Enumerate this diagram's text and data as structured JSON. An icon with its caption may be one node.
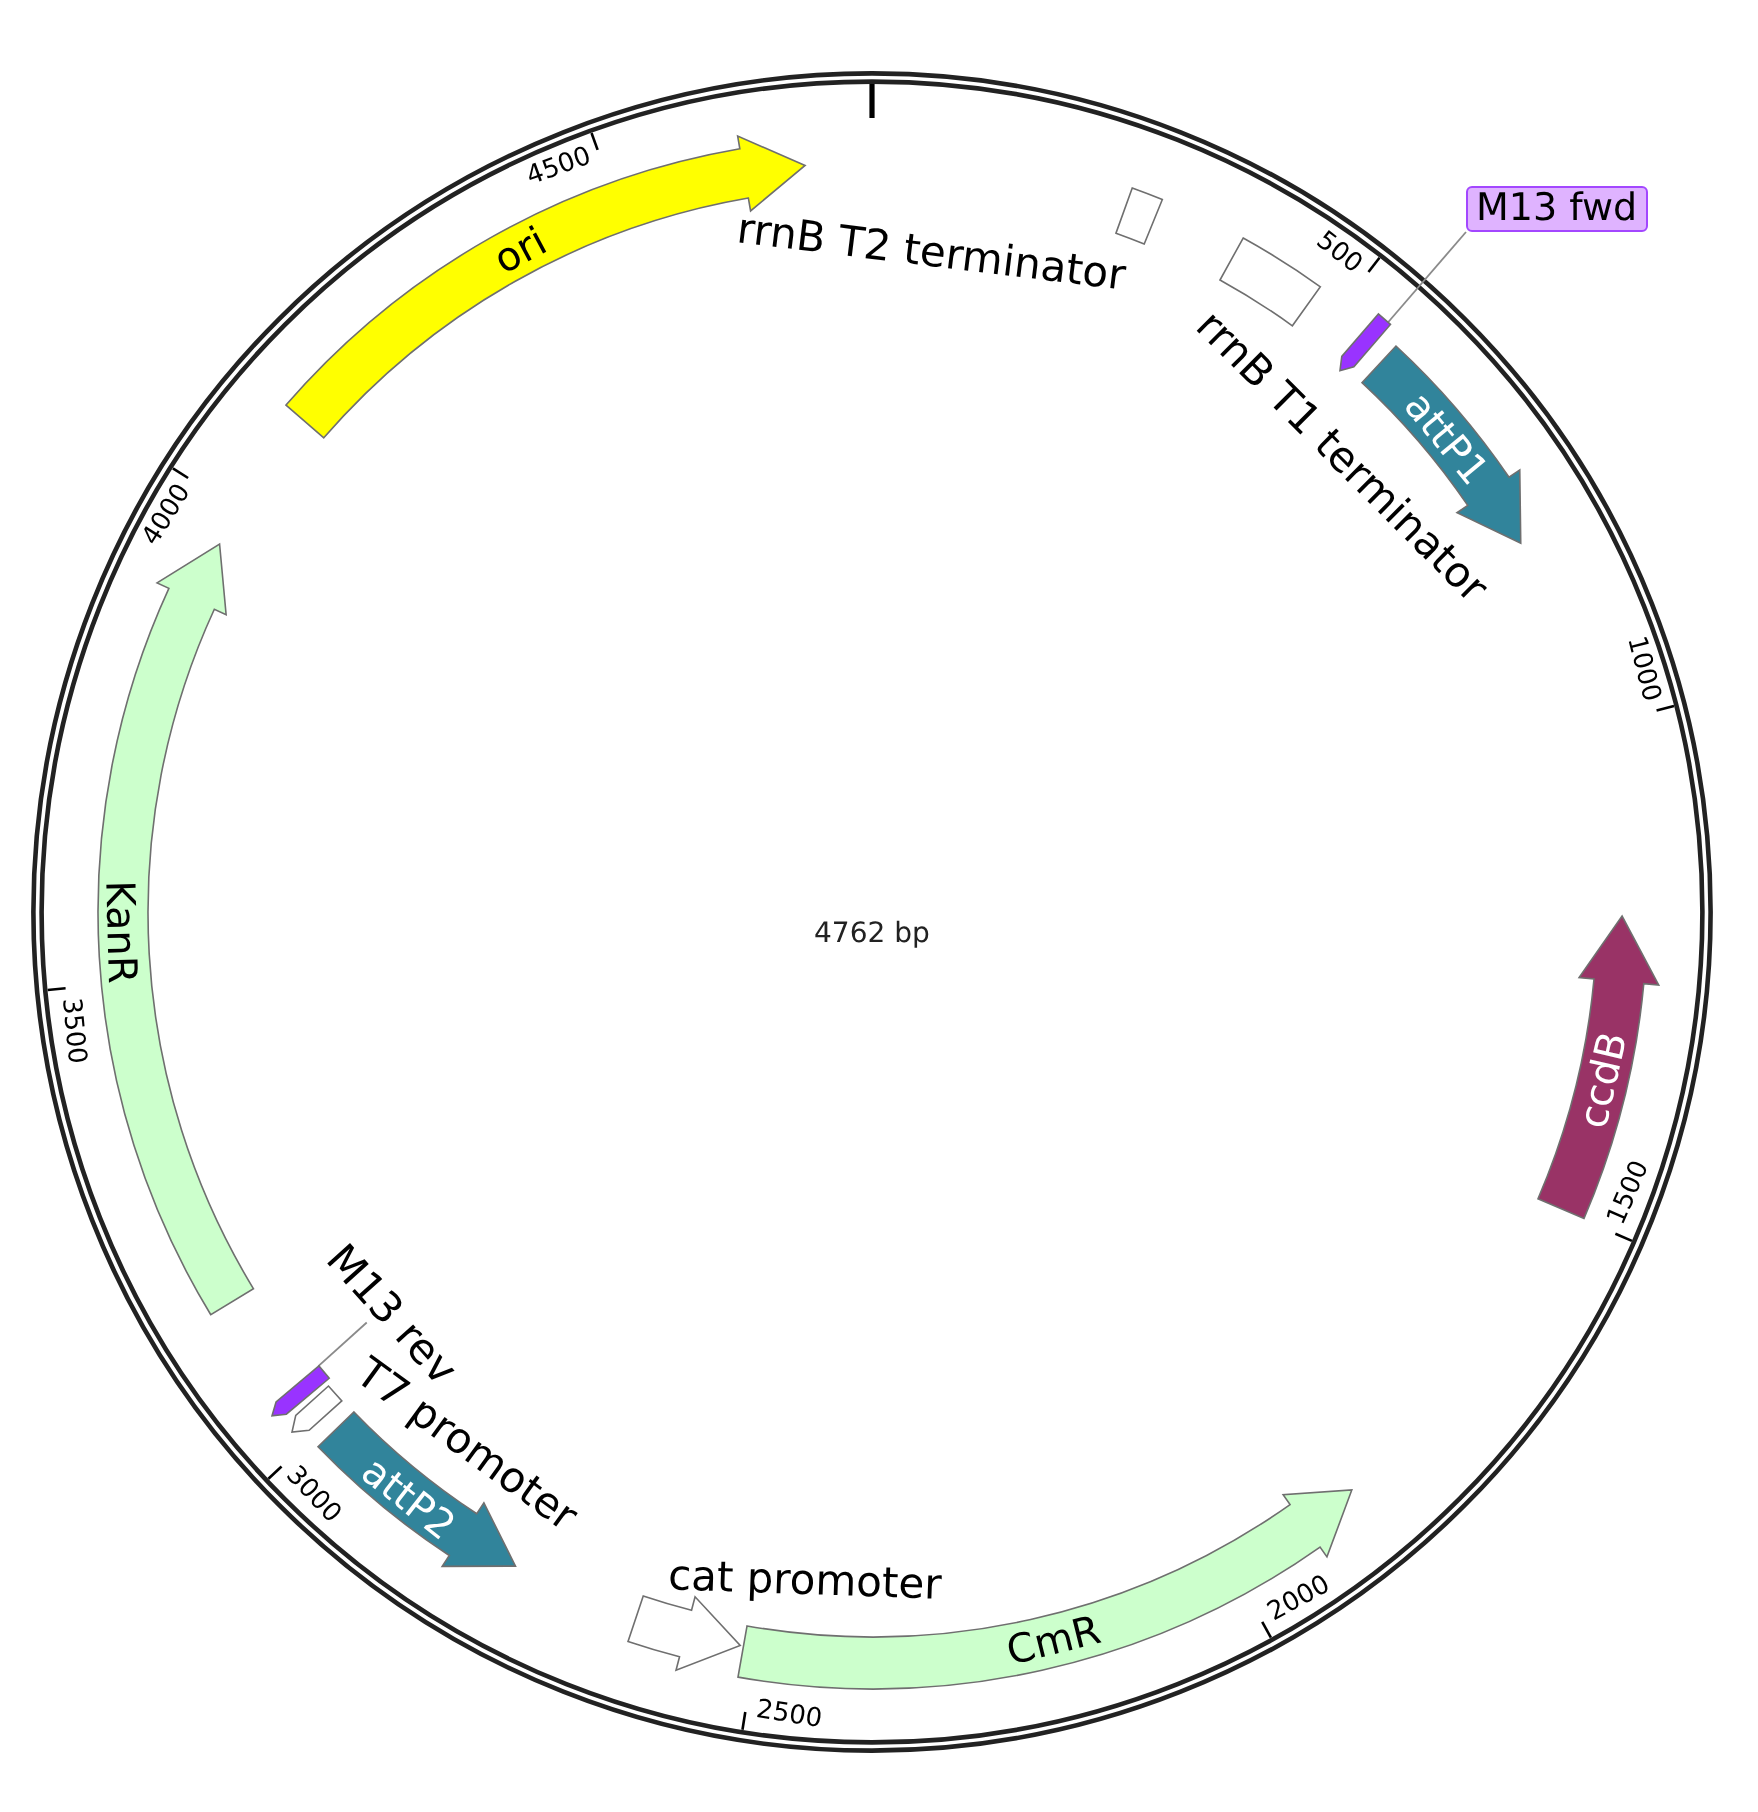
{
  "diagram": {
    "nodes": [
      {
        "text": [
          "M13 fwd"
        ]
      },
      {
        "text": [
          "ori"
        ]
      },
      {
        "text": [],
        "shape": "box",
        "beside": [
          "rrnB T2 terminator"
        ]
      },
      {
        "text": [],
        "shape": "box",
        "beside": [
          "rrnB T1 terminator"
        ]
      },
      {
        "text": [],
        "shape": "arrow"
      },
      {
        "text": [
          "attP1"
        ]
      },
      {
        "text": [
          "KanR"
        ]
      },
      {
        "text": [
          "ccdB"
        ]
      },
      {
        "text": [
          "M13 rev"
        ]
      },
      {
        "text": [],
        "shape": "arrow"
      },
      {
        "text": [],
        "shape": "arrow",
        "beside": [
          "T7 promoter"
        ]
      },
      {
        "text": [
          "attP2"
        ]
      },
      {
        "text": [],
        "shape": "arrow",
        "beside": [
          "cat promoter"
        ]
      },
      {
        "text": [
          "CmR"
        ]
      }
    ],
    "edges": [
      {
        "from": 0,
        "to": 4,
        "arrow": "none"
      },
      {
        "from": 8,
        "to": 9,
        "arrow": "none"
      }
    ],
    "labels": [
      "4500",
      "500",
      "4000",
      "1000",
      "4762 bp",
      "3500",
      "1500",
      "3000",
      "2000",
      "2500"
    ]
  }
}
